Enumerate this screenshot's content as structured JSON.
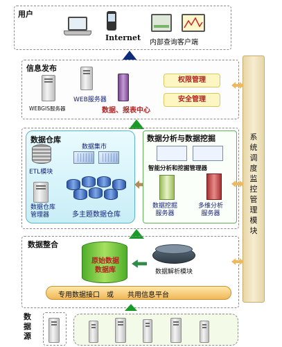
{
  "layers": {
    "user": "用户",
    "publish": "信息发布",
    "warehouse": "数据仓库",
    "analysis": "数据分析与数据挖掘",
    "integration": "数据整合",
    "source": "数据源"
  },
  "user": {
    "internet": "Internet",
    "internal_client": "内部查询客户端"
  },
  "publish": {
    "webgis": "WEBGIS服务器",
    "web": "WEB服务器",
    "report": "数据、报表中心",
    "perm": "权限管理",
    "security": "安全管理"
  },
  "warehouse": {
    "mart": "数据集市",
    "etl": "ETL模块",
    "manager": "数据仓库\n管理器",
    "multi": "多主题数据仓库"
  },
  "analysis": {
    "manager": "智能分析和挖掘管理器",
    "mining": "数据挖掘\n服务器",
    "olap": "多维分析\n服务器"
  },
  "integration": {
    "raw": "原始数据\n数据库",
    "parser": "数据解析模块",
    "interface": "专用数据接口　或　　共用信息平台"
  },
  "sidebar": {
    "label": "系统调度监控管理模块"
  },
  "colors": {
    "arrow_green": "#1a9b28",
    "arrow_blue": "#0d2c7a",
    "panel_cyan": "#56b6c8",
    "sidebar_tan": "#f2e6c4"
  }
}
